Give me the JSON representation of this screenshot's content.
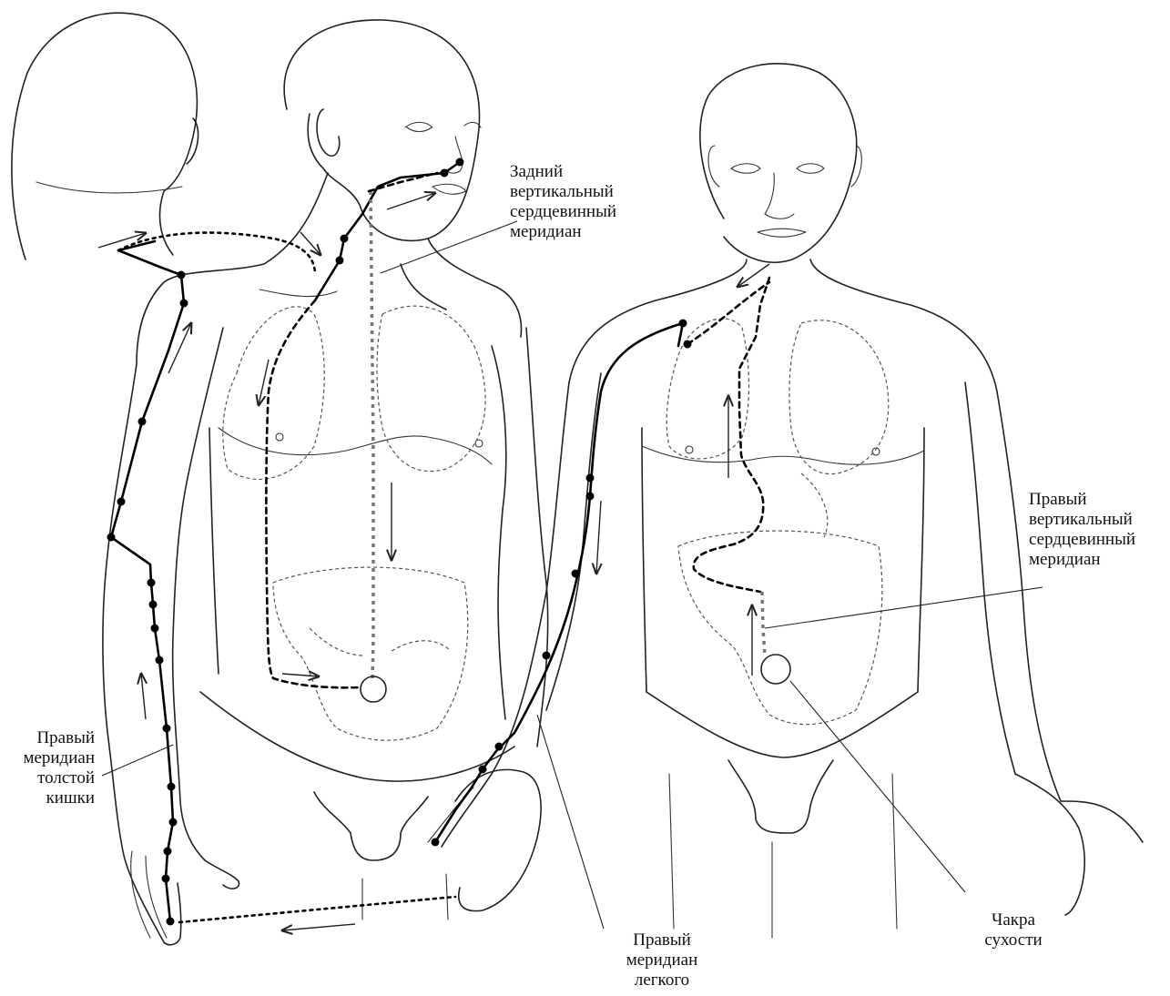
{
  "labels": {
    "posterior_meridian": [
      "Задний",
      "вертикальный",
      "сердцевинный",
      "меридиан"
    ],
    "right_meridian": [
      "Правый",
      "вертикальный",
      "сердцевинный",
      "меридиан"
    ],
    "large_intestine": [
      "Правый",
      "меридиан",
      "толстой",
      "кишки"
    ],
    "lung_meridian": [
      "Правый",
      "меридиан",
      "легкого"
    ],
    "dryness_chakra": [
      "Чакра",
      "сухости"
    ]
  }
}
